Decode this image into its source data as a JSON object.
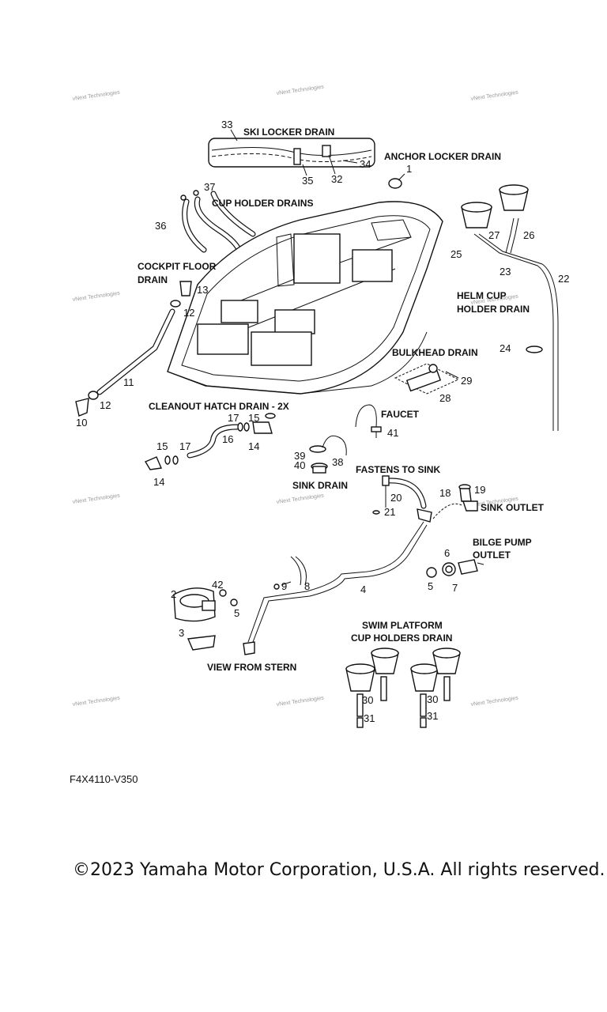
{
  "watermark": "vNext Technologies",
  "labels": {
    "ski_locker_drain": "SKI LOCKER DRAIN",
    "anchor_locker_drain": "ANCHOR LOCKER DRAIN",
    "cup_holder_drains": "CUP HOLDER DRAINS",
    "cockpit_floor_drain_1": "COCKPIT FLOOR",
    "cockpit_floor_drain_2": "DRAIN",
    "helm_cup_holder_drain_1": "HELM CUP",
    "helm_cup_holder_drain_2": "HOLDER DRAIN",
    "bulkhead_drain": "BULKHEAD DRAIN",
    "cleanout_hatch_drain": "CLEANOUT HATCH DRAIN - 2X",
    "faucet": "FAUCET",
    "fastens_to_sink": "FASTENS TO SINK",
    "sink_drain": "SINK DRAIN",
    "sink_outlet": "SINK OUTLET",
    "bilge_pump_outlet_1": "BILGE PUMP",
    "bilge_pump_outlet_2": "OUTLET",
    "swim_platform_1": "SWIM PLATFORM",
    "swim_platform_2": "CUP HOLDERS DRAIN",
    "view_from_stern": "VIEW FROM STERN"
  },
  "callouts": {
    "n1": "1",
    "n2": "2",
    "n3": "3",
    "n4": "4",
    "n5a": "5",
    "n5b": "5",
    "n6": "6",
    "n7": "7",
    "n8": "8",
    "n9": "9",
    "n10": "10",
    "n11": "11",
    "n12a": "12",
    "n12b": "12",
    "n13": "13",
    "n14a": "14",
    "n14b": "14",
    "n15a": "15",
    "n15b": "15",
    "n16": "16",
    "n17a": "17",
    "n17b": "17",
    "n18": "18",
    "n19": "19",
    "n20": "20",
    "n21": "21",
    "n22": "22",
    "n23": "23",
    "n24": "24",
    "n25": "25",
    "n26": "26",
    "n27": "27",
    "n28": "28",
    "n29": "29",
    "n30a": "30",
    "n30b": "30",
    "n31a": "31",
    "n31b": "31",
    "n32": "32",
    "n33": "33",
    "n34": "34",
    "n35": "35",
    "n36": "36",
    "n37": "37",
    "n38": "38",
    "n39": "39",
    "n40": "40",
    "n41": "41",
    "n42": "42"
  },
  "diagram_code": "F4X4110-V350",
  "copyright": "©2023 Yamaha Motor Corporation, U.S.A. All rights reserved."
}
